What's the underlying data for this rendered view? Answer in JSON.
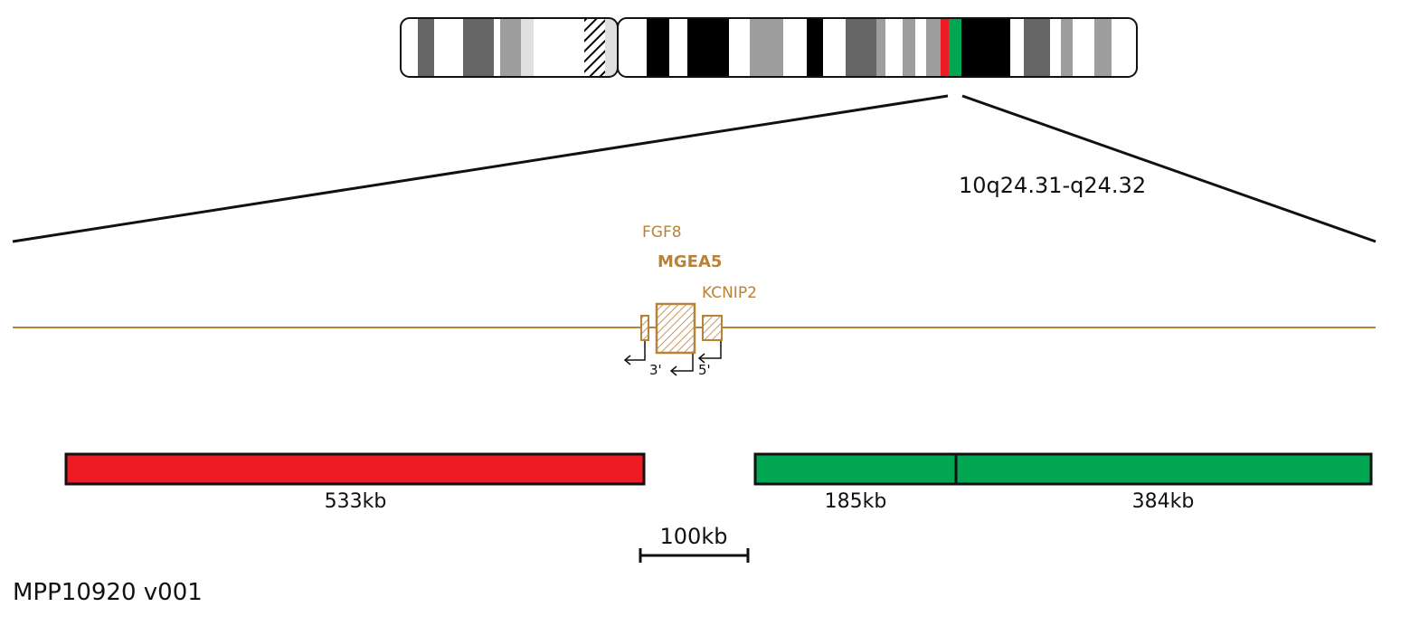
{
  "colors": {
    "gene": "#b8823a",
    "red_probe": "#ed1c24",
    "green_probe": "#00a651",
    "outline": "#111111"
  },
  "ideogram": {
    "band_colors": [
      "#ffffff",
      "#e0e0e0",
      "#666666",
      "#ffffff",
      "#666666",
      "#ffffff",
      "#9e9e9e",
      "#e0e0e0",
      "#ffffff",
      "hatch",
      "#e0e0e0",
      "#ffffff",
      "#000000",
      "#ffffff",
      "#000000",
      "#ffffff",
      "#9e9e9e",
      "#ffffff",
      "#000000",
      "#ffffff",
      "#666666",
      "#9e9e9e",
      "#ffffff",
      "#ed1c24",
      "#00a651",
      "#000000",
      "#ffffff",
      "#666666",
      "#9e9e9e",
      "#ffffff",
      "#9e9e9e",
      "#ffffff"
    ]
  },
  "region_label": "10q24.31-q24.32",
  "genes": [
    {
      "name": "FGF8",
      "bold": false
    },
    {
      "name": "MGEA5",
      "bold": true
    },
    {
      "name": "KCNIP2",
      "bold": false
    }
  ],
  "strand_labels": {
    "three_prime": "3'",
    "five_prime": "5'"
  },
  "probes": [
    {
      "color": "red",
      "size_label": "533kb",
      "size_kb": 533
    },
    {
      "color": "green",
      "size_label": "185kb",
      "size_kb": 185
    },
    {
      "color": "green",
      "size_label": "384kb",
      "size_kb": 384
    }
  ],
  "scale_bar_label": "100kb",
  "probe_id": "MPP10920 v001"
}
